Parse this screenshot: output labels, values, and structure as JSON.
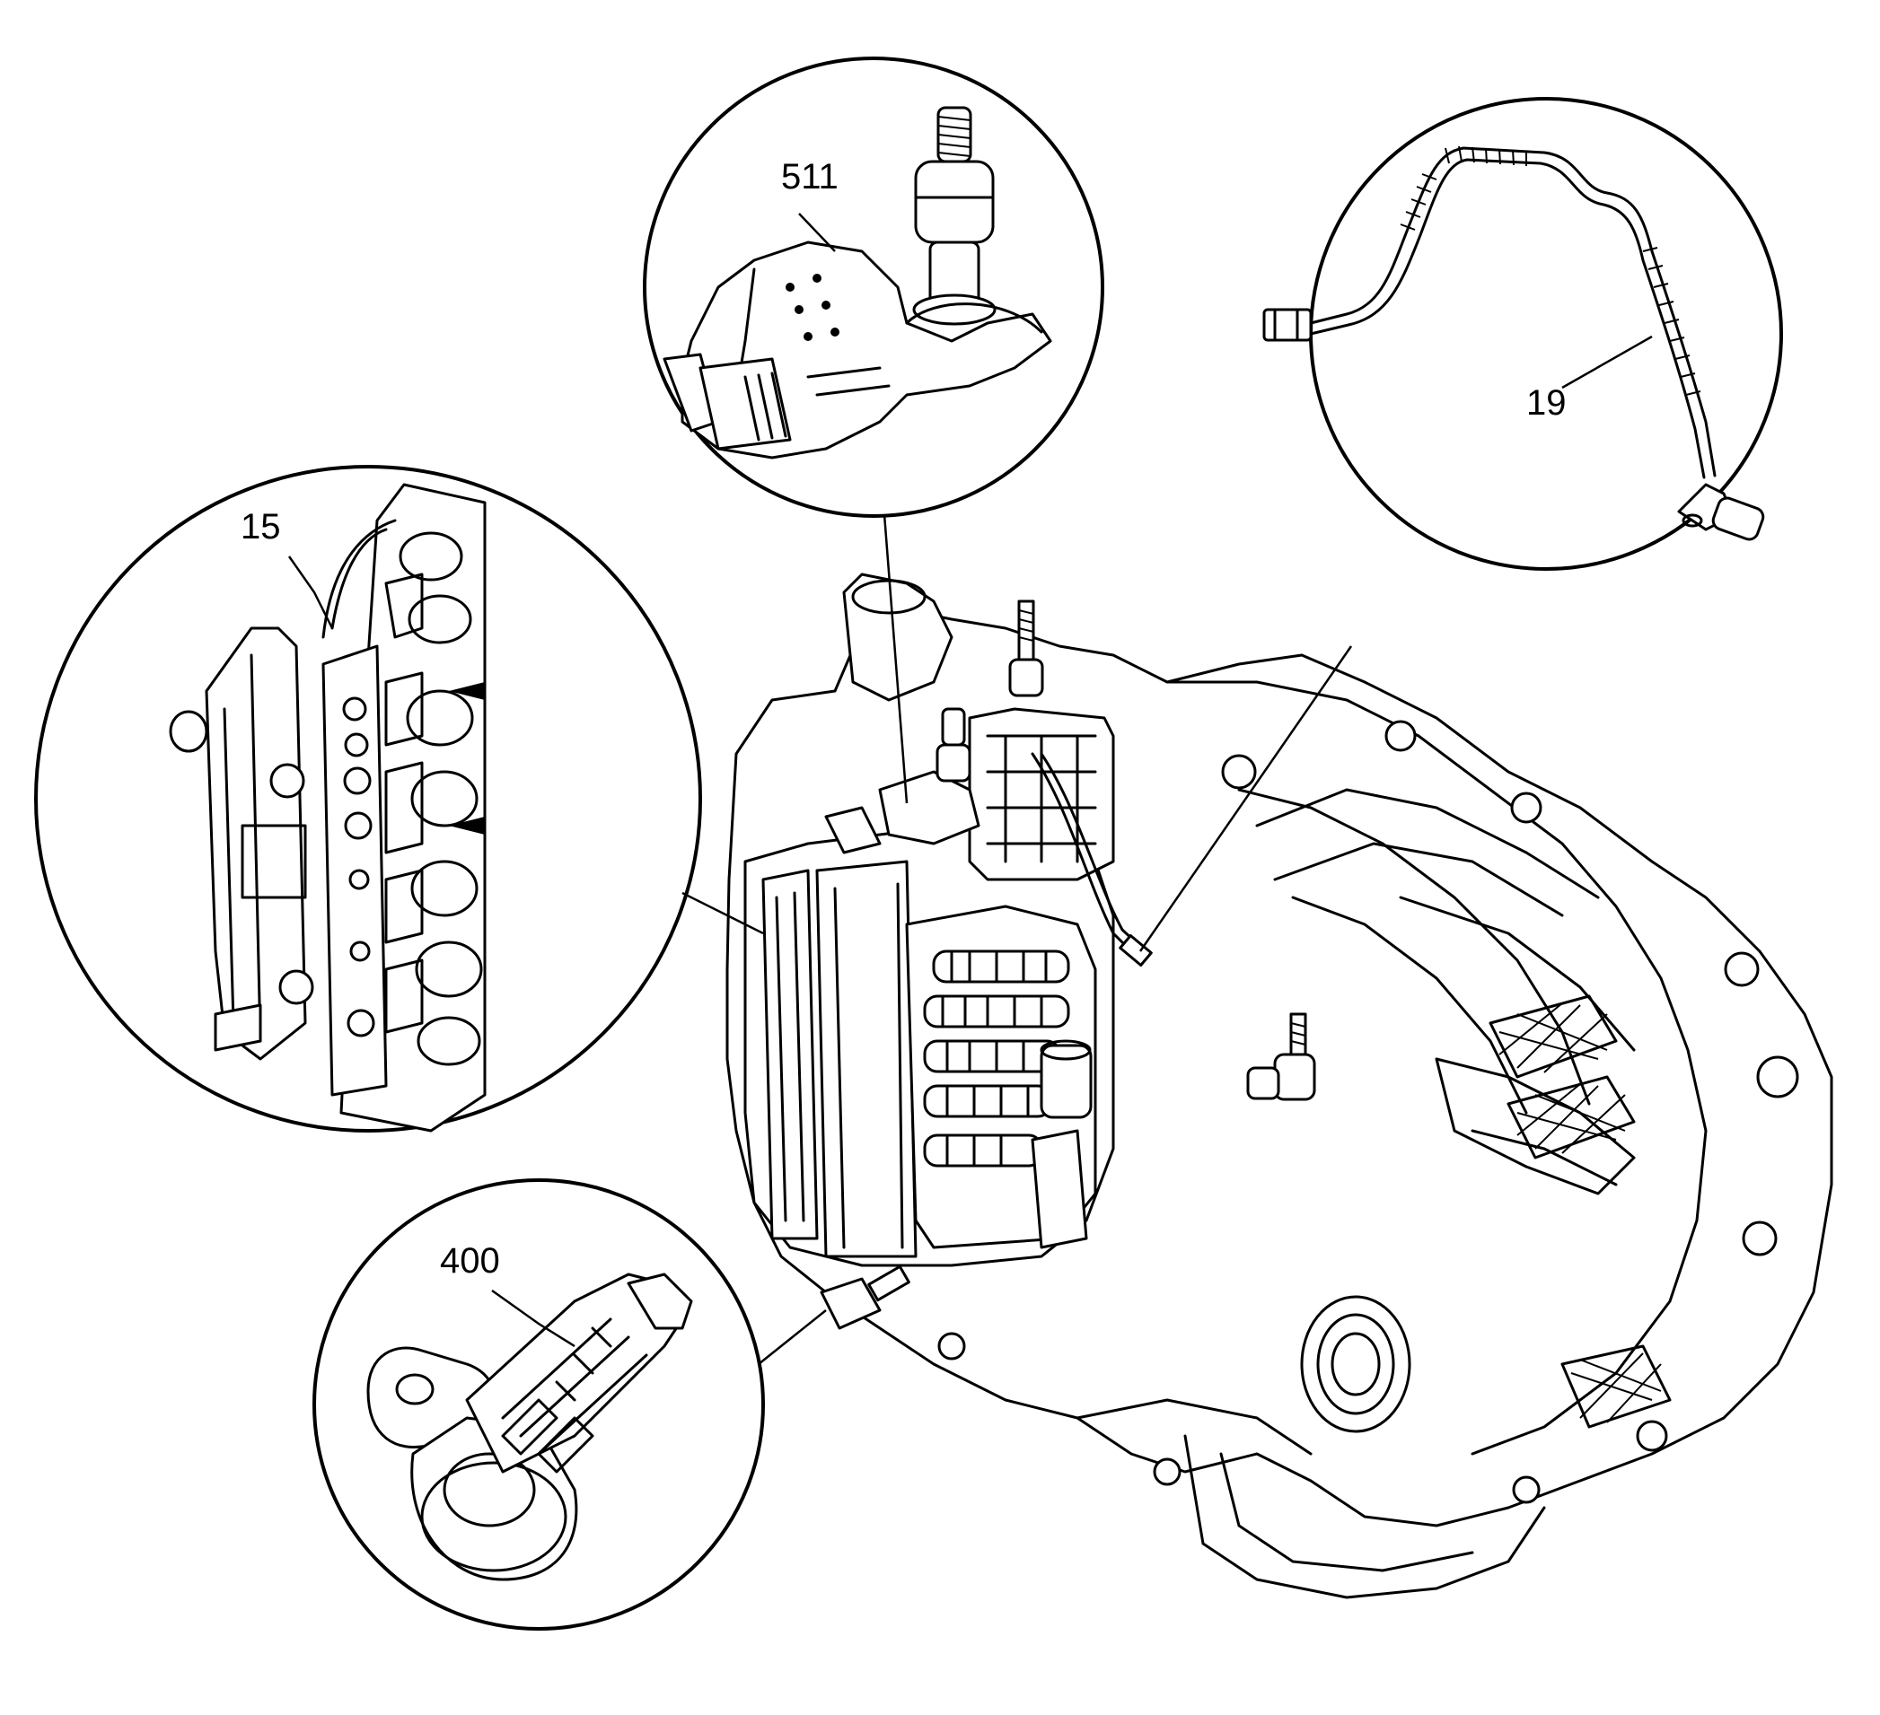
{
  "callouts": [
    {
      "id": "511",
      "label": "511"
    },
    {
      "id": "19",
      "label": "19"
    },
    {
      "id": "15",
      "label": "15"
    },
    {
      "id": "400",
      "label": "400"
    }
  ],
  "colors": {
    "line": "#000000",
    "background": "#ffffff"
  }
}
